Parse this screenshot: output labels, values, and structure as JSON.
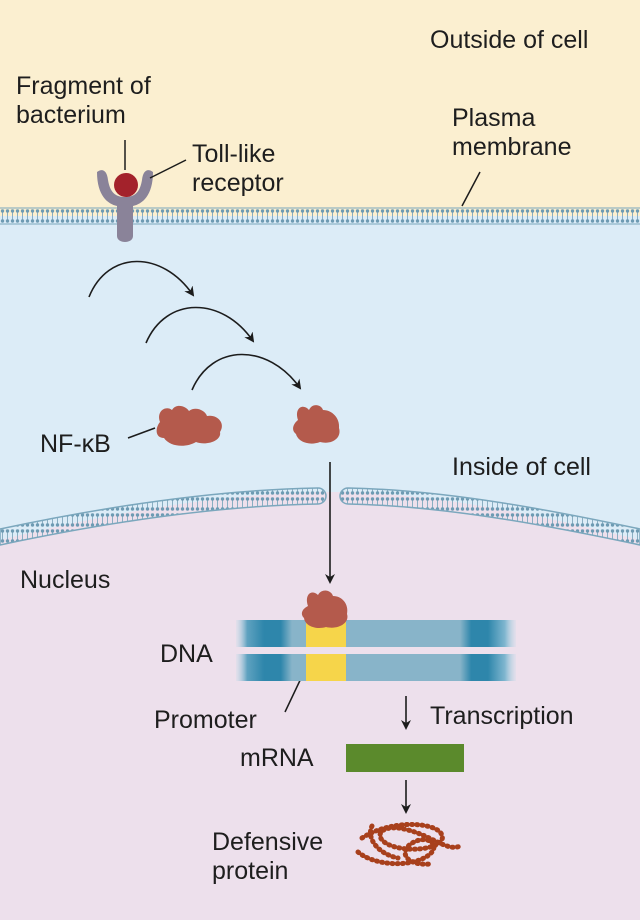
{
  "labels": {
    "outside_cell": "Outside of cell",
    "fragment_line1": "Fragment of",
    "fragment_line2": "bacterium",
    "toll_line1": "Toll-like",
    "toll_line2": "receptor",
    "plasma_line1": "Plasma",
    "plasma_line2": "membrane",
    "nfkb": "NF-κB",
    "inside_cell": "Inside of cell",
    "nucleus": "Nucleus",
    "dna": "DNA",
    "promoter": "Promoter",
    "transcription": "Transcription",
    "mrna": "mRNA",
    "defensive_line1": "Defensive",
    "defensive_line2": "protein"
  },
  "colors": {
    "outside_bg": "#fbefd0",
    "cytoplasm_bg": "#dcecf7",
    "nucleus_bg": "#ede0ec",
    "membrane": "#7ba7bd",
    "receptor": "#8a8399",
    "bacterium": "#a3222b",
    "nfkb": "#b45a4c",
    "dna_light": "#88b4c9",
    "dna_dark": "#2e86ab",
    "promoter": "#f6d54a",
    "mrna": "#5b8a2c",
    "protein": "#a8401c",
    "arrow": "#1c1c1c"
  }
}
